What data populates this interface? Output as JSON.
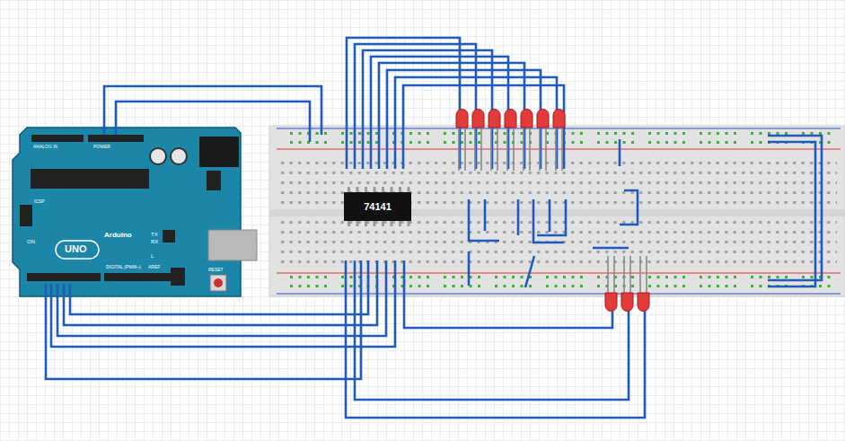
{
  "diagram": {
    "nodes": [
      {
        "text": [
          "74141"
        ]
      }
    ],
    "labels": [
      "ANALOG IN",
      "POWER",
      "Arduino",
      "UNO",
      "ON",
      "TX",
      "RX",
      "L",
      "ICSP",
      "DIGITAL (PWM~)",
      "AREF",
      "RESET"
    ]
  }
}
